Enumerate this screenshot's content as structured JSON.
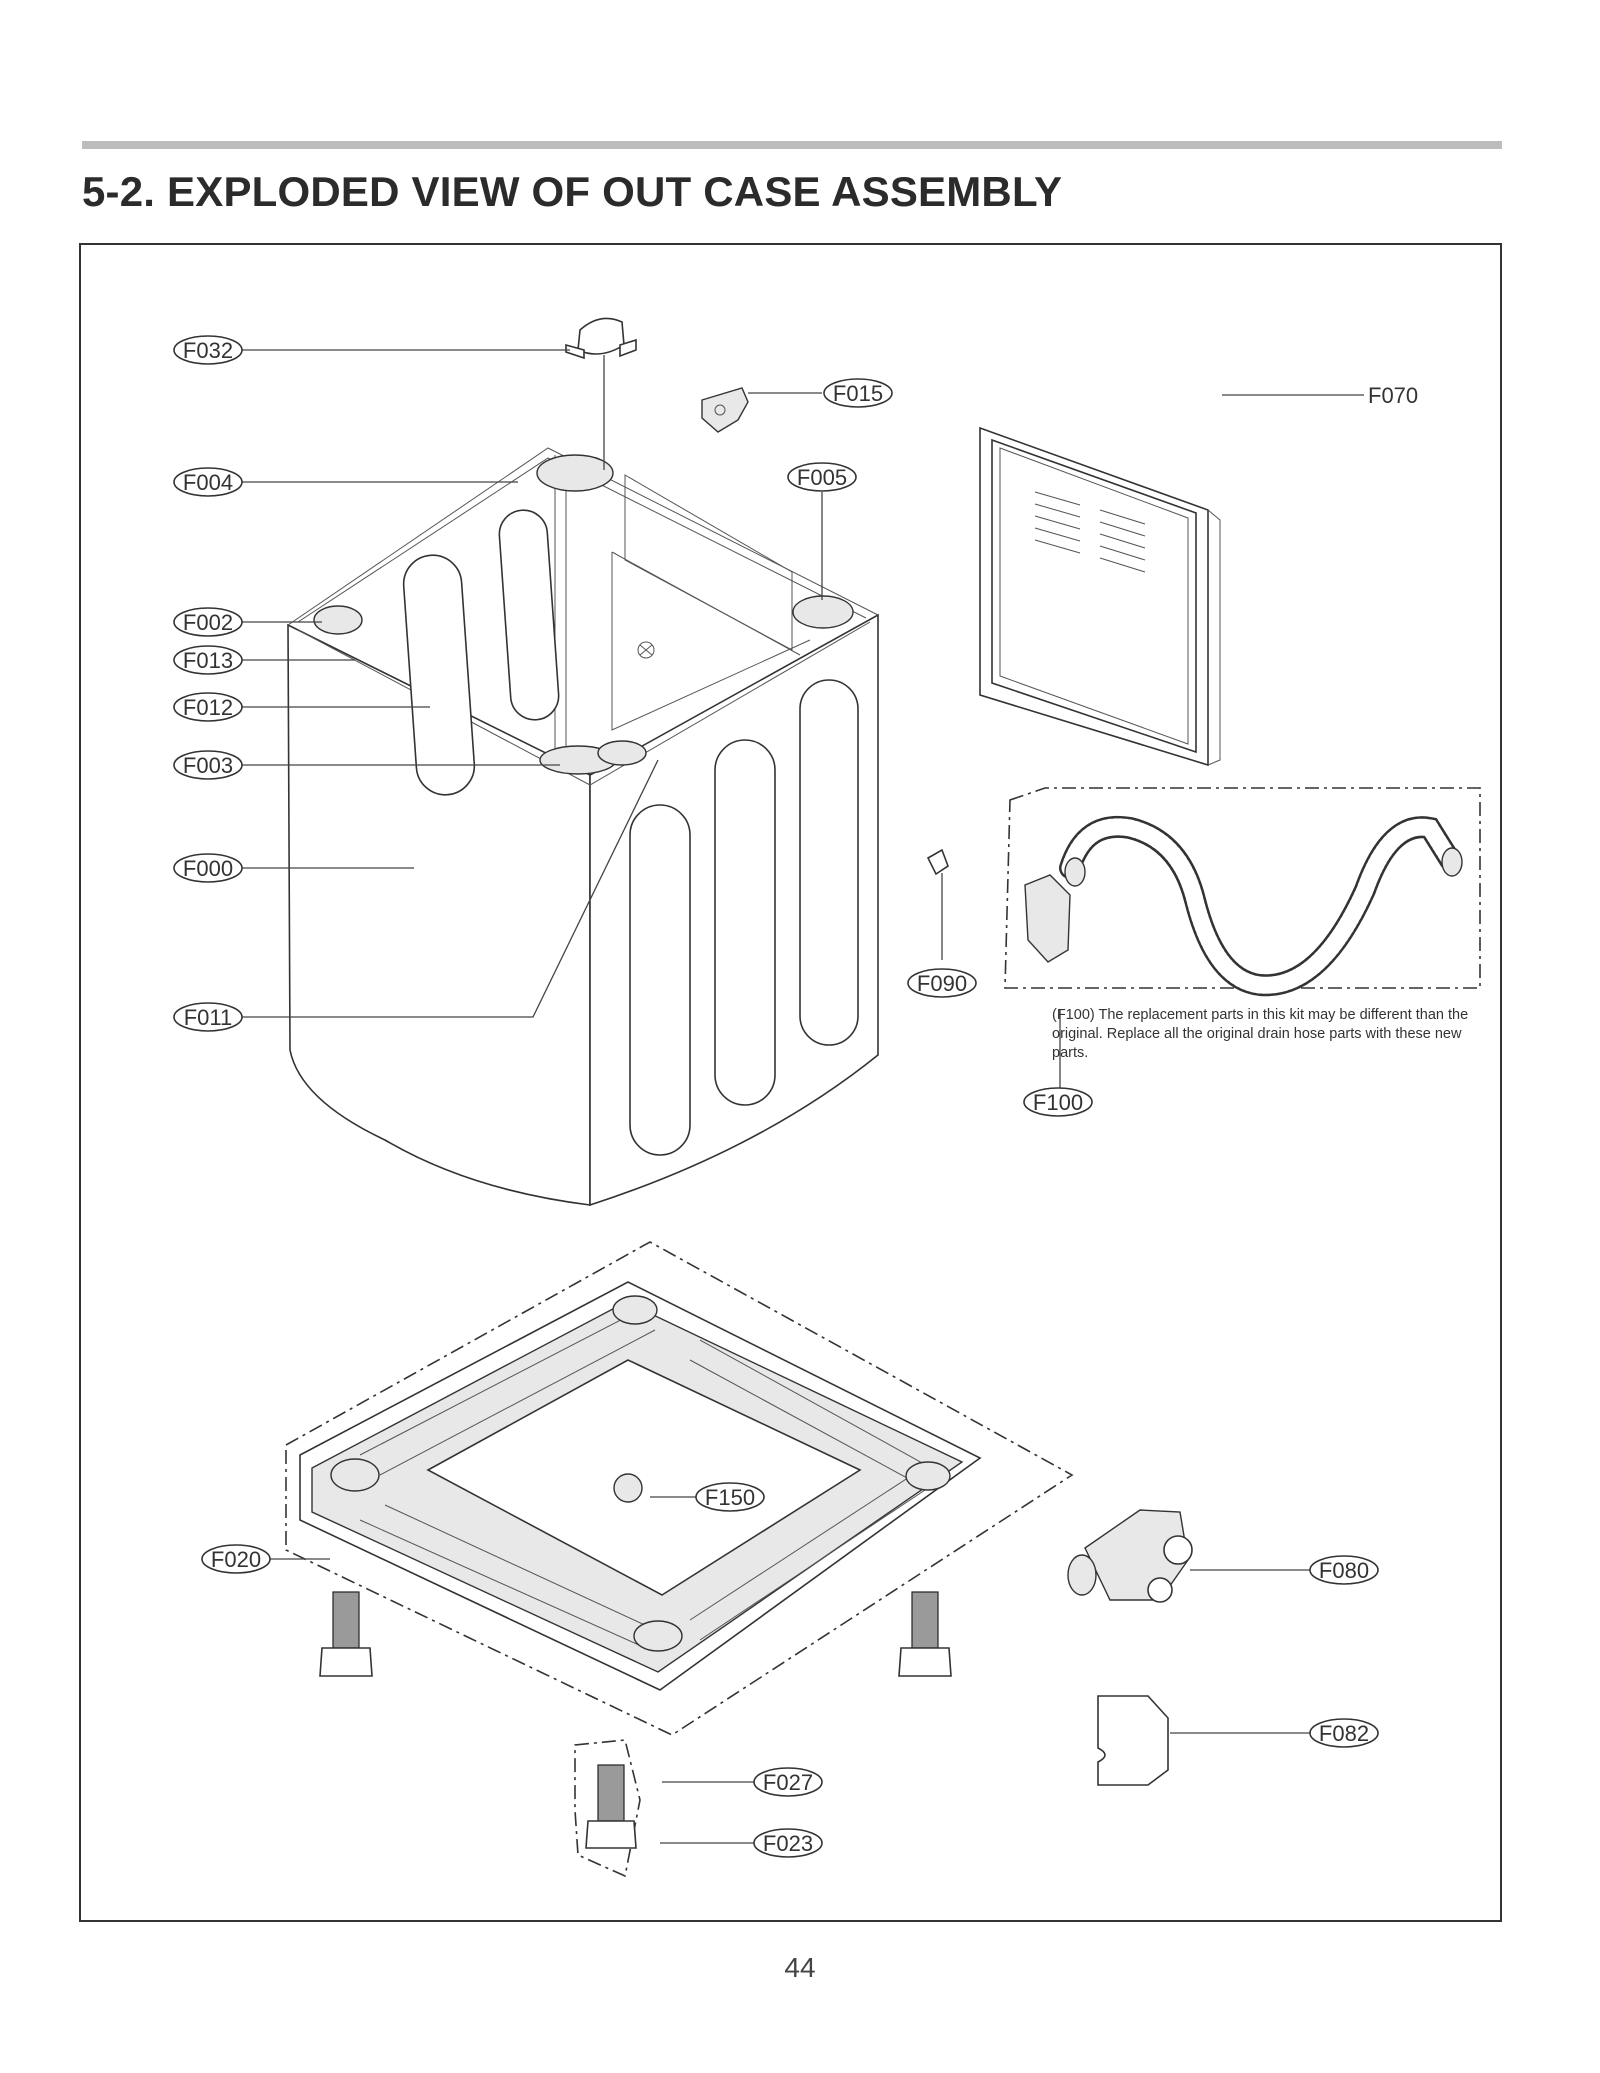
{
  "page": {
    "section_title": "5-2. EXPLODED VIEW OF OUT CASE ASSEMBLY",
    "page_number": "44"
  },
  "callouts": {
    "F032": "F032",
    "F015": "F015",
    "F004": "F004",
    "F005": "F005",
    "F070": "F070",
    "F002": "F002",
    "F013": "F013",
    "F012": "F012",
    "F003": "F003",
    "F000": "F000",
    "F090": "F090",
    "F011": "F011",
    "F100": "F100",
    "F150": "F150",
    "F020": "F020",
    "F080": "F080",
    "F082": "F082",
    "F027": "F027",
    "F023": "F023"
  },
  "note": {
    "f100_text": "(F100) The replacement parts in this kit may be different than the original. Replace all the original drain hose parts with these new parts."
  }
}
